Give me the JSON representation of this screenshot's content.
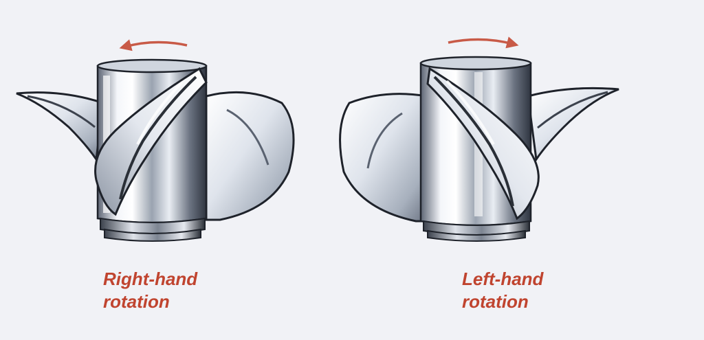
{
  "colors": {
    "background": "#f1f2f6",
    "caption": "#c0442f",
    "arrow": "#c85a47",
    "metal_light": "#ffffff",
    "metal_mid": "#b9c1cc",
    "metal_dark": "#4a5260",
    "outline": "#1e222a"
  },
  "icons": {
    "left_propeller": "propeller-icon",
    "right_propeller": "propeller-icon",
    "left_arrow": "arrow-counterclockwise-icon",
    "right_arrow": "arrow-clockwise-icon"
  },
  "propellers": [
    {
      "caption_line1": "Right-hand",
      "caption_line2": "rotation"
    },
    {
      "caption_line1": "Left-hand",
      "caption_line2": "rotation"
    }
  ]
}
